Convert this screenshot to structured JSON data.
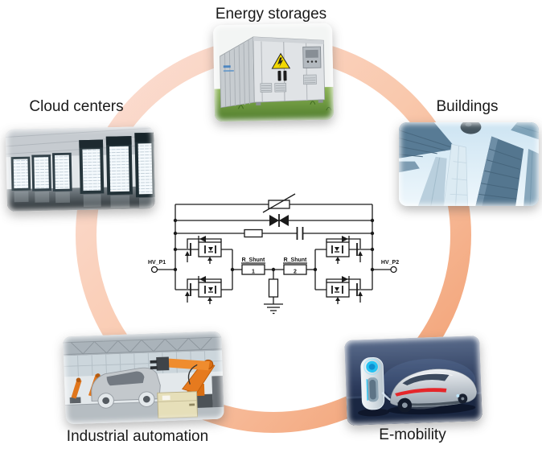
{
  "applications": [
    {
      "label": "Energy storages"
    },
    {
      "label": "Cloud centers"
    },
    {
      "label": "Buildings"
    },
    {
      "label": "Industrial automation"
    },
    {
      "label": "E-mobility"
    }
  ],
  "schematic": {
    "terminal_left": "HV_P1",
    "terminal_right": "HV_P2",
    "shunt1_label": "R_Shunt",
    "shunt1_value": "1",
    "shunt2_label": "R_Shunt",
    "shunt2_value": "2"
  },
  "colors": {
    "background": "#FFFFFF",
    "ring_gradient_start": "#FBDDD2",
    "ring_gradient_mid": "#F9C8AC",
    "ring_gradient_end": "#F2A073",
    "label_text": "#1A1A1A",
    "schematic_stroke": "#1A1A1A"
  }
}
